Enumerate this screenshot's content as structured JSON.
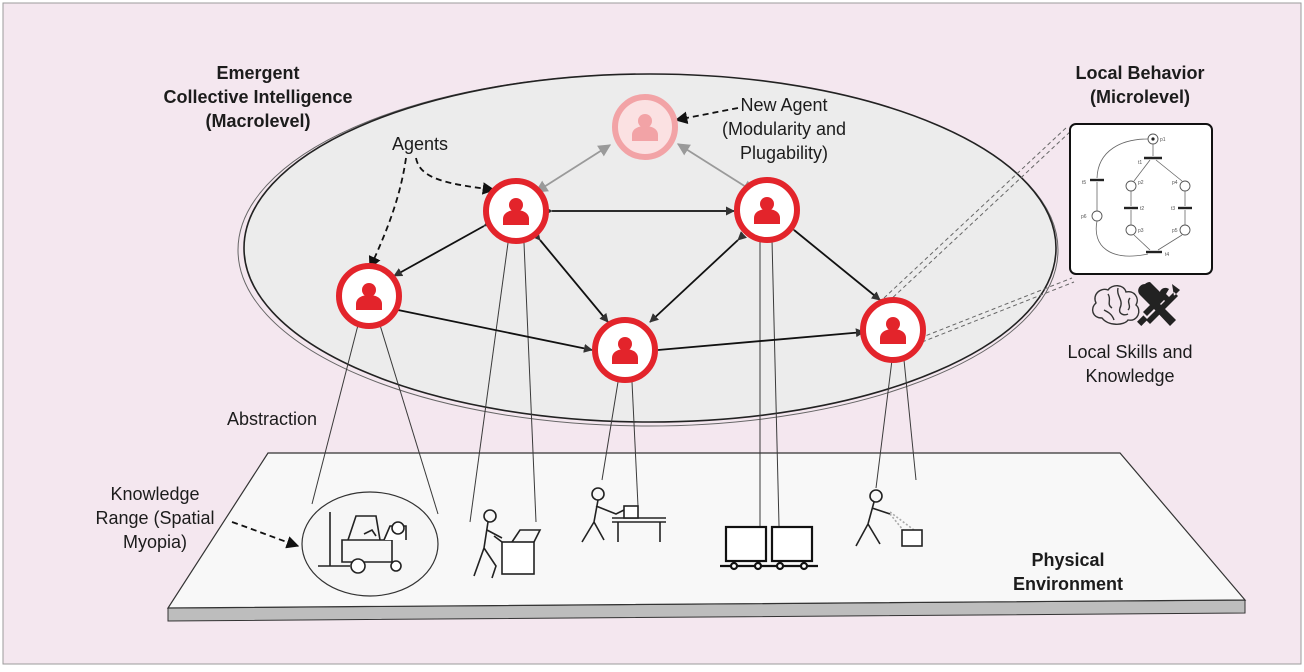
{
  "labels": {
    "emergent": [
      "Emergent",
      "Collective Intelligence",
      "(Macrolevel)"
    ],
    "new_agent": [
      "New Agent",
      "(Modularity and",
      "Plugability)"
    ],
    "agents": "Agents",
    "local_behavior": [
      "Local Behavior",
      "(Microlevel)"
    ],
    "local_skills": [
      "Local Skills and",
      "Knowledge"
    ],
    "abstraction": "Abstraction",
    "knowledge_range": [
      "Knowledge",
      "Range (Spatial",
      "Myopia)"
    ],
    "physical_env": [
      "Physical",
      "Environment"
    ]
  },
  "petri_net": {
    "places": [
      "p1",
      "p2",
      "p3",
      "p4",
      "p5",
      "p6"
    ],
    "transitions": [
      "t1",
      "t2",
      "t3",
      "t4",
      "t5"
    ]
  },
  "colors": {
    "background": "#f4e7ef",
    "agent_red": "#e3242b",
    "new_agent_pink": "#f2a3a6",
    "ellipse_fill": "#ececec",
    "platform_fill": "#f8f8f8"
  },
  "icons": [
    "person-icon",
    "brain-icon",
    "tools-icon",
    "forklift-icon",
    "worker-box-icon",
    "worker-conveyor-icon",
    "carts-icon",
    "worker-inspect-icon"
  ]
}
